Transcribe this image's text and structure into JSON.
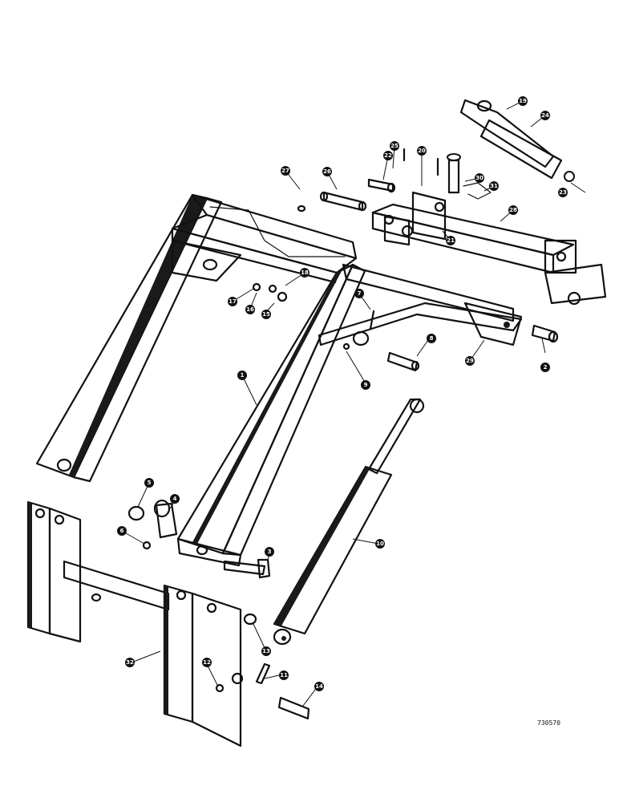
{
  "drawing_number": "730570",
  "callouts": [
    "1",
    "2",
    "3",
    "4",
    "5",
    "6",
    "7",
    "8",
    "9",
    "10",
    "11",
    "12",
    "13",
    "14",
    "15",
    "16",
    "17",
    "18",
    "19",
    "20",
    "21",
    "22",
    "23",
    "24",
    "25",
    "26",
    "27",
    "28",
    "29",
    "30",
    "31",
    "32"
  ]
}
